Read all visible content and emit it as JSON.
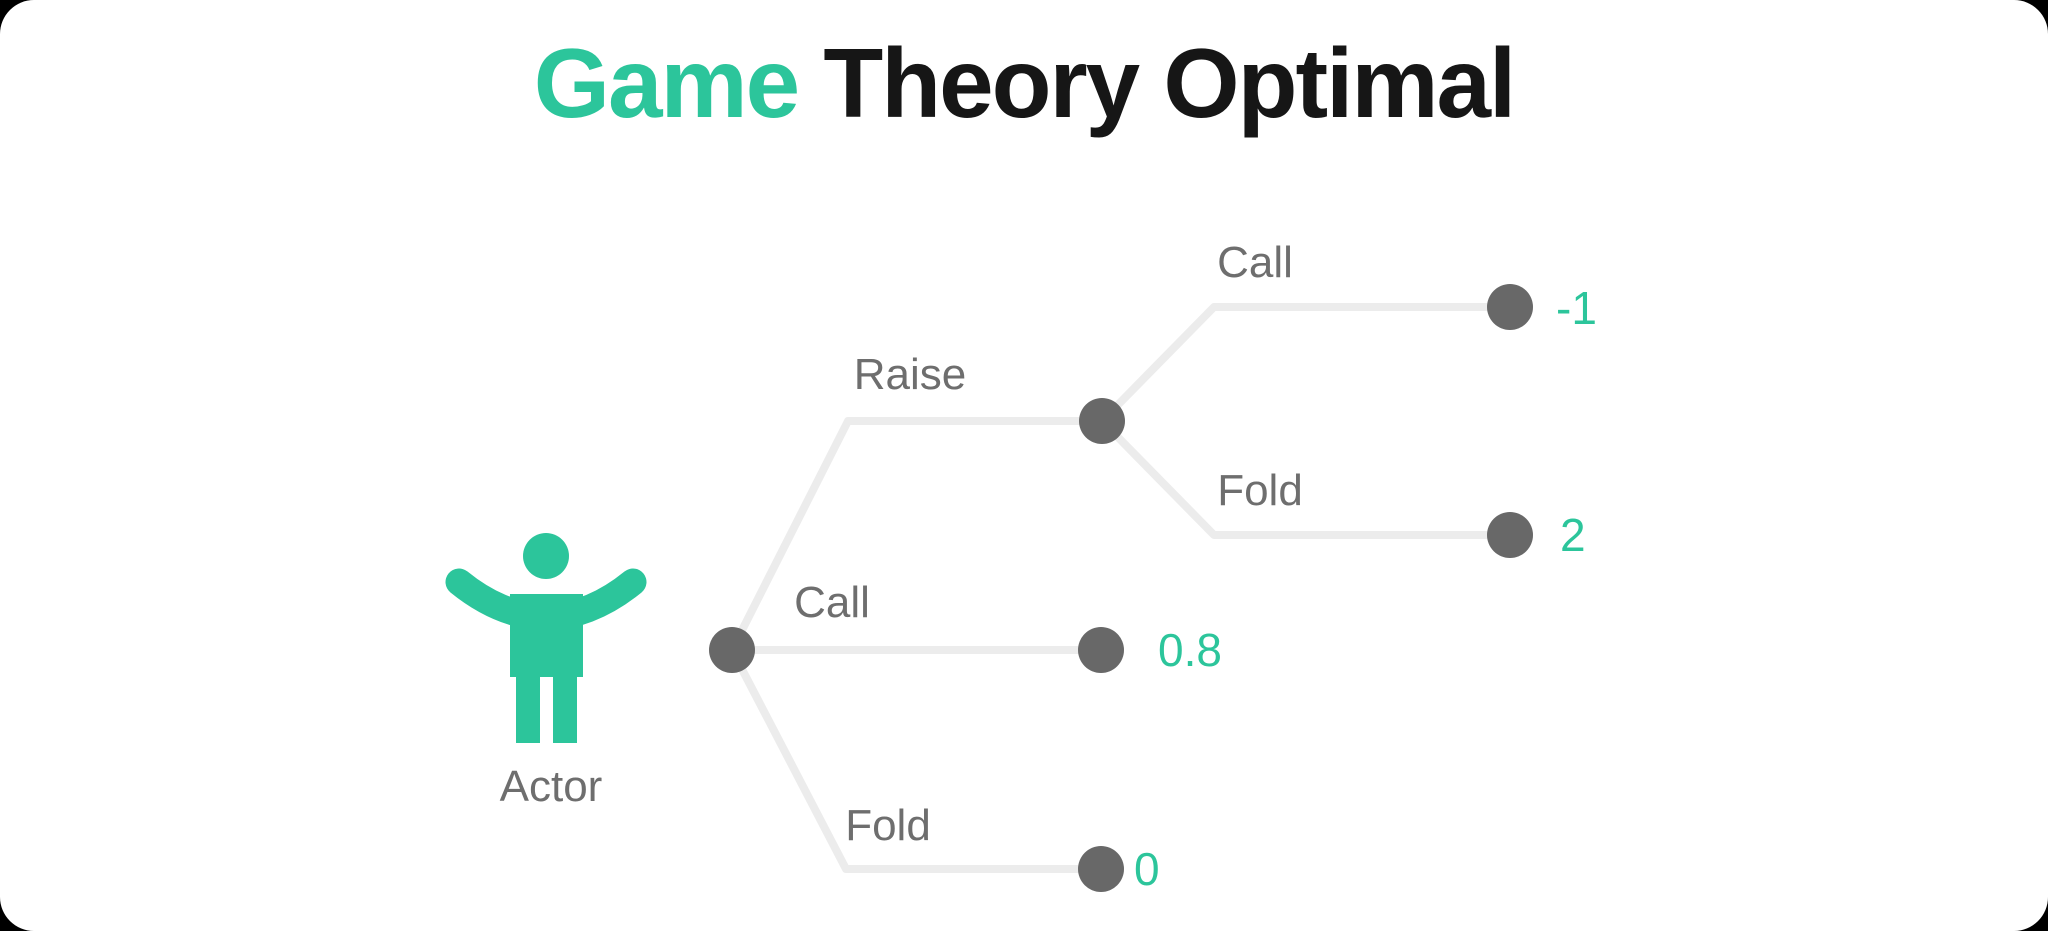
{
  "colors": {
    "accent": "#2cc59b",
    "title_text": "#161616",
    "node": "#686868",
    "edge": "#ececec",
    "label": "#6e6e6e",
    "card_background": "#ffffff",
    "page_background": "#000000"
  },
  "title": {
    "highlight": "Game",
    "rest": "Theory Optimal"
  },
  "actor": {
    "label": "Actor",
    "icon": "person-arms-raised-icon"
  },
  "tree": {
    "branches": [
      {
        "action": "Raise",
        "children": [
          {
            "action": "Call",
            "value": "-1"
          },
          {
            "action": "Fold",
            "value": "2"
          }
        ]
      },
      {
        "action": "Call",
        "value": "0.8"
      },
      {
        "action": "Fold",
        "value": "0"
      }
    ]
  }
}
